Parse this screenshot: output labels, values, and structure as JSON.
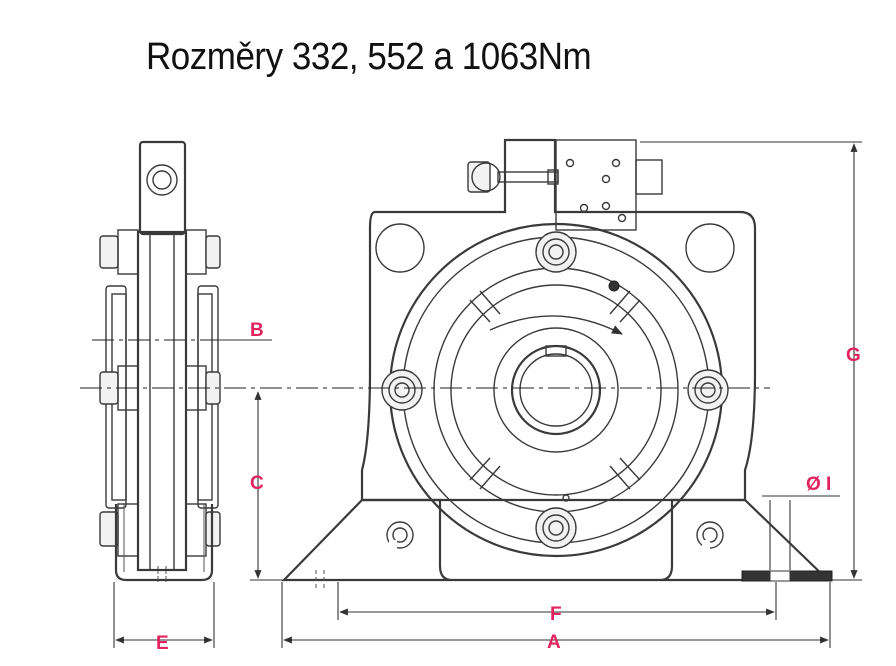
{
  "title": "Rozměry 332, 552 a 1063Nm",
  "dimension_labels": {
    "A": "A",
    "B": "B",
    "C": "C",
    "E": "E",
    "F": "F",
    "G": "G",
    "I": "Ø I"
  },
  "colors": {
    "label": "#e2245e",
    "line": "#3a3a3a"
  }
}
